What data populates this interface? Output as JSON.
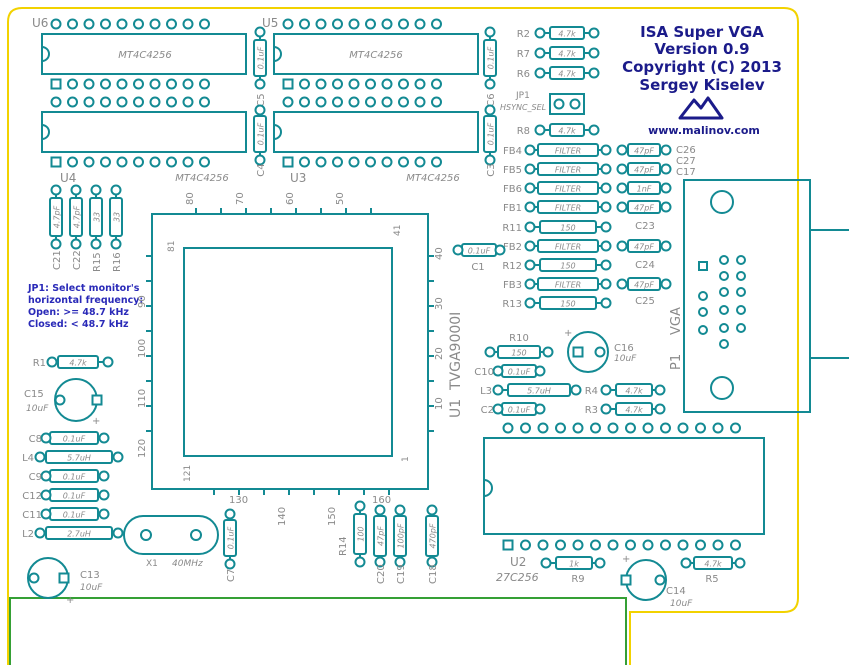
{
  "colors": {
    "board_bg": "#ffffff",
    "board_edge": "#f2d200",
    "copper": "#138a93",
    "pad_fill": "#ffffff",
    "silk": "#8a8a8a",
    "title": "#1b1b8a",
    "note": "#2a2ab8",
    "edge_connector": "#35a035"
  },
  "title": {
    "line1": "ISA Super VGA",
    "line2": "Version 0.9",
    "line3": "Copyright (C) 2013",
    "line4": "Sergey Kiselev",
    "url": "www.malinov.com",
    "logo_icon": "mountain-logo-icon"
  },
  "note": {
    "line1": "JP1: Select monitor's",
    "line2": "horizontal frequency:",
    "line3": "Open: >= 48.7 kHz",
    "line4": "Closed: < 48.7 kHz"
  },
  "chips": {
    "u6": {
      "ref": "U6",
      "value": "MT4C4256"
    },
    "u5": {
      "ref": "U5",
      "value": "MT4C4256"
    },
    "u4": {
      "ref": "U4",
      "value": "MT4C4256"
    },
    "u3": {
      "ref": "U3",
      "value": "MT4C4256"
    },
    "u1": {
      "ref": "U1",
      "value": "TVGA9000I"
    },
    "u2": {
      "ref": "U2",
      "value": "27C256"
    }
  },
  "u1_pins": {
    "top": [
      "80",
      "70",
      "60",
      "50"
    ],
    "right": [
      "40",
      "30",
      "20",
      "10"
    ],
    "left": [
      "90",
      "100",
      "110",
      "120"
    ],
    "bottom": [
      "130",
      "140",
      "150",
      "160"
    ],
    "corners": [
      "81",
      "41",
      "121",
      "1"
    ]
  },
  "connector": {
    "ref": "P1",
    "value": "VGA"
  },
  "crystal": {
    "ref": "X1",
    "value": "40MHz"
  },
  "jumper": {
    "ref": "JP1",
    "value": "HSYNC_SEL"
  },
  "resistors": [
    {
      "ref": "R2",
      "value": "4.7k"
    },
    {
      "ref": "R7",
      "value": "4.7k"
    },
    {
      "ref": "R6",
      "value": "4.7k"
    },
    {
      "ref": "R8",
      "value": "4.7k"
    },
    {
      "ref": "R11",
      "value": "150"
    },
    {
      "ref": "R12",
      "value": "150"
    },
    {
      "ref": "R13",
      "value": "150"
    },
    {
      "ref": "R10",
      "value": "150"
    },
    {
      "ref": "R4",
      "value": "4.7k"
    },
    {
      "ref": "R3",
      "value": "4.7k"
    },
    {
      "ref": "R1",
      "value": "4.7k"
    },
    {
      "ref": "R9",
      "value": "1k"
    },
    {
      "ref": "R5",
      "value": "4.7k"
    }
  ],
  "ferrites": [
    {
      "ref": "FB4",
      "value": "FILTER"
    },
    {
      "ref": "FB5",
      "value": "FILTER"
    },
    {
      "ref": "FB6",
      "value": "FILTER"
    },
    {
      "ref": "FB1",
      "value": "FILTER"
    },
    {
      "ref": "FB2",
      "value": "FILTER"
    },
    {
      "ref": "FB3",
      "value": "FILTER"
    }
  ],
  "caps_right": [
    {
      "ref": "C26",
      "value": "47pF"
    },
    {
      "ref": "C27",
      "value": "47pF"
    },
    {
      "ref": "C17",
      "value": "1nF"
    },
    {
      "ref": "C23",
      "value": "47pF"
    },
    {
      "ref": "C24",
      "value": "47pF"
    },
    {
      "ref": "C25",
      "value": "47pF"
    }
  ],
  "caps": [
    {
      "ref": "C5",
      "value": "0.1uF"
    },
    {
      "ref": "C6",
      "value": "0.1uF"
    },
    {
      "ref": "C4",
      "value": "0.1uF"
    },
    {
      "ref": "C3",
      "value": "0.1uF"
    },
    {
      "ref": "C21",
      "value": "4.7pF"
    },
    {
      "ref": "C22",
      "value": "4.7pF"
    },
    {
      "ref": "R15",
      "value": "33"
    },
    {
      "ref": "R16",
      "value": "33"
    },
    {
      "ref": "C1",
      "value": "0.1uF"
    },
    {
      "ref": "C10",
      "value": "0.1uF"
    },
    {
      "ref": "C2",
      "value": "0.1uF"
    },
    {
      "ref": "C8",
      "value": "0.1uF"
    },
    {
      "ref": "C9",
      "value": "0.1uF"
    },
    {
      "ref": "C12",
      "value": "0.1uF"
    },
    {
      "ref": "C11",
      "value": "0.1uF"
    },
    {
      "ref": "C7",
      "value": "0.1uF"
    },
    {
      "ref": "C20",
      "value": "47pF"
    },
    {
      "ref": "C19",
      "value": "100pF"
    },
    {
      "ref": "C18",
      "value": "470pF"
    },
    {
      "ref": "R14",
      "value": "100"
    }
  ],
  "inductors": [
    {
      "ref": "L3",
      "value": "5.7uH"
    },
    {
      "ref": "L4",
      "value": "5.7uH"
    },
    {
      "ref": "L2",
      "value": "2.7uH"
    }
  ],
  "electrolytics": [
    {
      "ref": "C16",
      "value": "10uF"
    },
    {
      "ref": "C15",
      "value": "10uF"
    },
    {
      "ref": "C13",
      "value": "10uF"
    },
    {
      "ref": "C14",
      "value": "10uF"
    }
  ],
  "polarity_mark": "+"
}
